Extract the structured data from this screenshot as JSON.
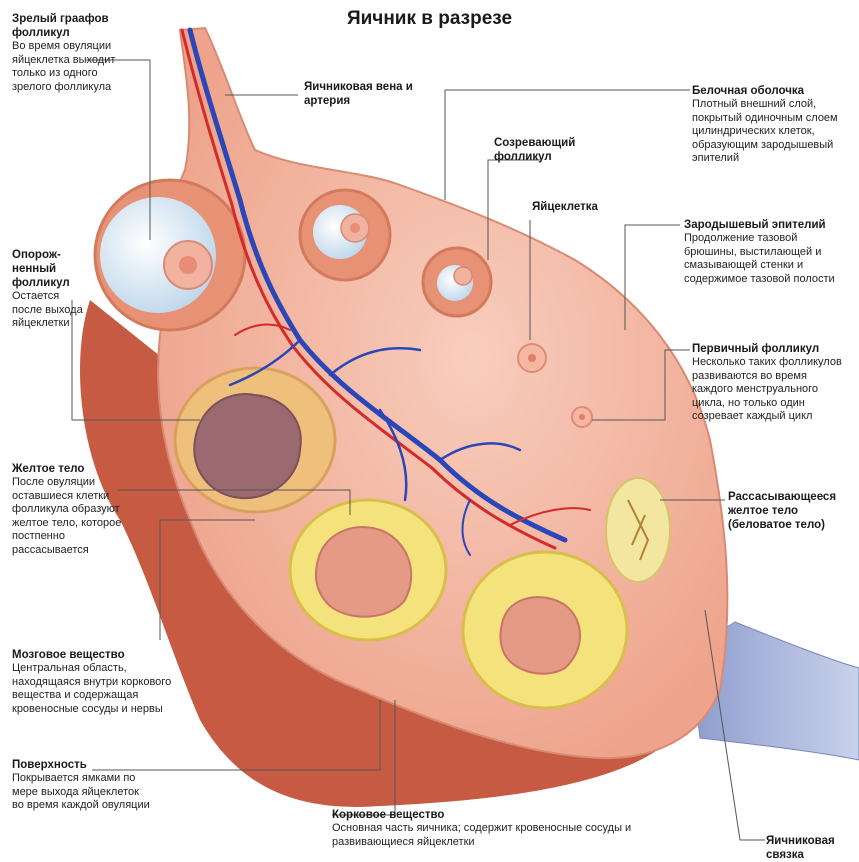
{
  "title": "Яичник в разрезе",
  "labels": {
    "mature_follicle": {
      "heading": "Зрелый граафов фолликул",
      "text": "Во время овуляции яйцеклетка выходит только из одного зрелого фолликула"
    },
    "vein_artery": {
      "heading": "Яичниковая вена и артерия"
    },
    "tunica_albuginea": {
      "heading": "Белочная оболочка",
      "text": "Плотный внешний слой, покрытый одиночным слоем цилиндрических клеток, образующим зародышевый эпителий"
    },
    "maturing_follicle": {
      "heading": "Созревающий фолликул"
    },
    "egg_cell": {
      "heading": "Яйцеклетка"
    },
    "germinal_epithelium": {
      "heading": "Зародышевый эпителий",
      "text": "Продолжение тазовой брюшины, выстилающей и смазывающей стенки и содержимое тазовой полости"
    },
    "empty_follicle": {
      "heading": "Опорож-ненный фолликул",
      "text": "Остается после выхода яйцеклетки"
    },
    "primary_follicle": {
      "heading": "Первичный фолликул",
      "text": "Несколько таких фолликулов развиваются во время каждого менструального цикла, но только один созревает каждый цикл"
    },
    "corpus_luteum": {
      "heading": "Желтое тело",
      "text": "После овуляции оставшиеся клетки фолликула образуют желтое тело, которое постпенно рассасывается"
    },
    "corpus_albicans": {
      "heading": "Рассасывающееся желтое тело (беловатое тело)"
    },
    "medulla": {
      "heading": "Мозговое вещество",
      "text": "Центральная область, находящаяся внутри коркового вещества и содержащая кровеносные сосуды и нервы"
    },
    "surface": {
      "heading": "Поверхность",
      "text": "Покрывается ямками по мере выхода яйцеклеток во время каждой овуляции"
    },
    "cortex": {
      "heading": "Корковое вещество",
      "text": "Основная часть яичника; содержит кровеносные сосуды и развивающиеся яйцеклетки"
    },
    "ligament": {
      "heading": "Яичниковая связка"
    }
  },
  "colors": {
    "background": "#ffffff",
    "tissue_outer": "#c8553f",
    "tissue_inner": "#f3b9a6",
    "follicle_ring": "#e08868",
    "follicle_cavity": "#dceaf6",
    "corpus_luteum": "#f2e27a",
    "artery": "#d42a2a",
    "vein": "#2b46b8",
    "ligament": "#9aa8d4",
    "leader_line": "#555555"
  }
}
